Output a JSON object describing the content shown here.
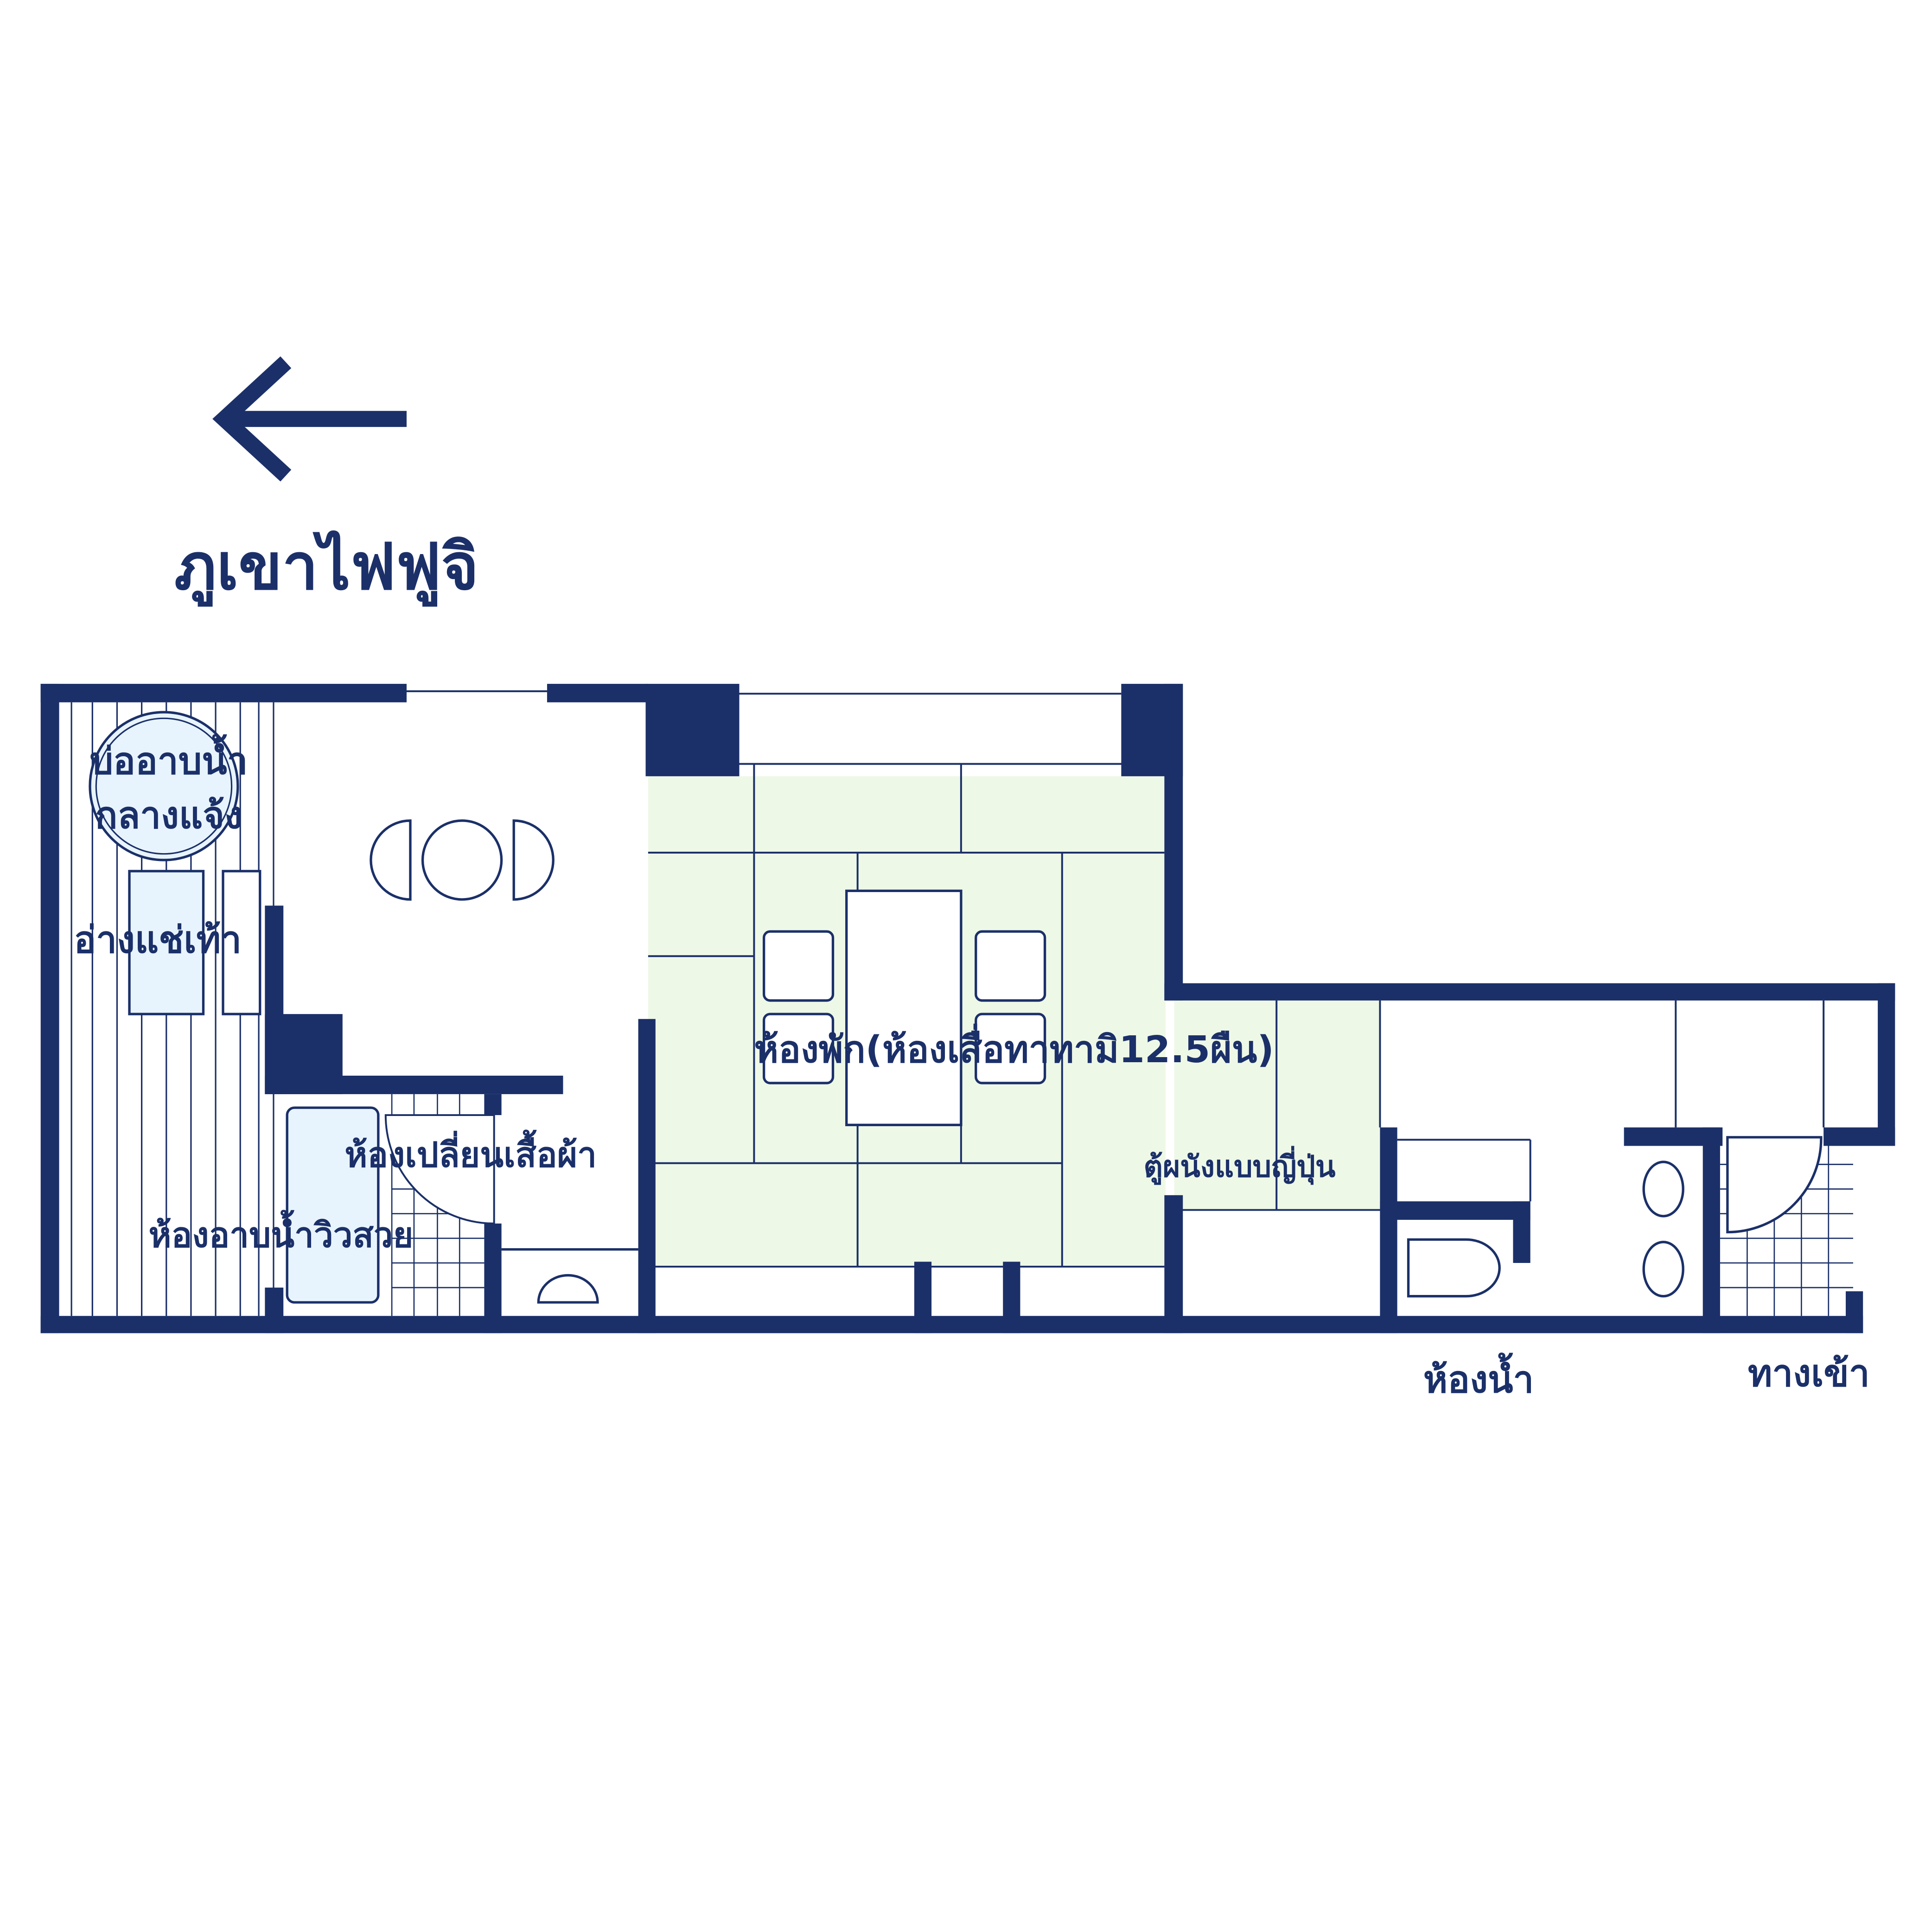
{
  "colors": {
    "wall": "#1b3069",
    "tatami": "#eef8e6",
    "water": "#e8f4fd",
    "background": "#ffffff"
  },
  "direction": {
    "icon": "arrow-left-icon",
    "label": "ภูเขาไฟฟูจิ"
  },
  "rooms": {
    "outdoor_bath_line1": "บ่ออาบน้ำ",
    "outdoor_bath_line2": "กลางแจ้ง",
    "foot_bath": "อ่างแช่เท้า",
    "changing_room": "ห้องเปลี่ยนเสื้อผ้า",
    "view_bath": "ห้องอาบน้ำวิวสวย",
    "main_room": "ห้องพัก(ห้องเสื่อทาทามิ12.5ผืน)",
    "closet": "ตู้ผนังแบบญี่ปุ่น",
    "toilet": "ห้องน้ำ",
    "entrance": "ทางเข้า"
  }
}
